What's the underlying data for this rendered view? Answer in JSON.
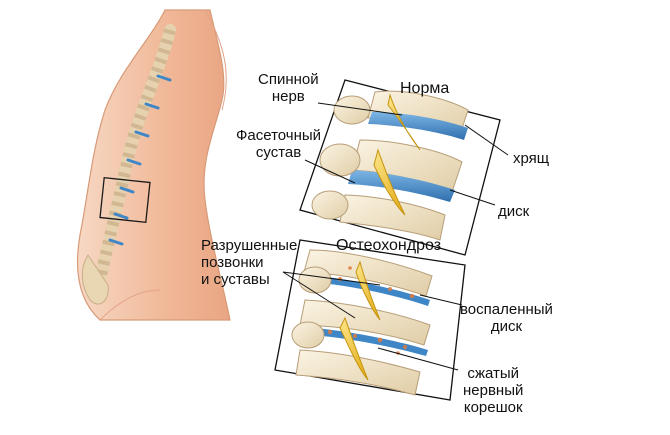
{
  "normal_panel": {
    "title": "Норма",
    "labels": {
      "spinal_nerve": "Спинной\nнерв",
      "facet_joint": "Фасеточный\nсустав",
      "cartilage": "хрящ",
      "disc": "диск"
    }
  },
  "osteochondrosis_panel": {
    "title": "Остеохондроз",
    "labels": {
      "destroyed": "Разрушенные\nпозвонки\nи суставы",
      "inflamed_disc": "воспаленный\nдиск",
      "compressed_root": "сжатый\nнервный\nкорешок"
    }
  },
  "colors": {
    "skin": "#f3c6a8",
    "bone": "#f1e4c8",
    "disc": "#3f86c6",
    "nerve": "#f2c21c",
    "inflamed": "#e07a3c"
  }
}
